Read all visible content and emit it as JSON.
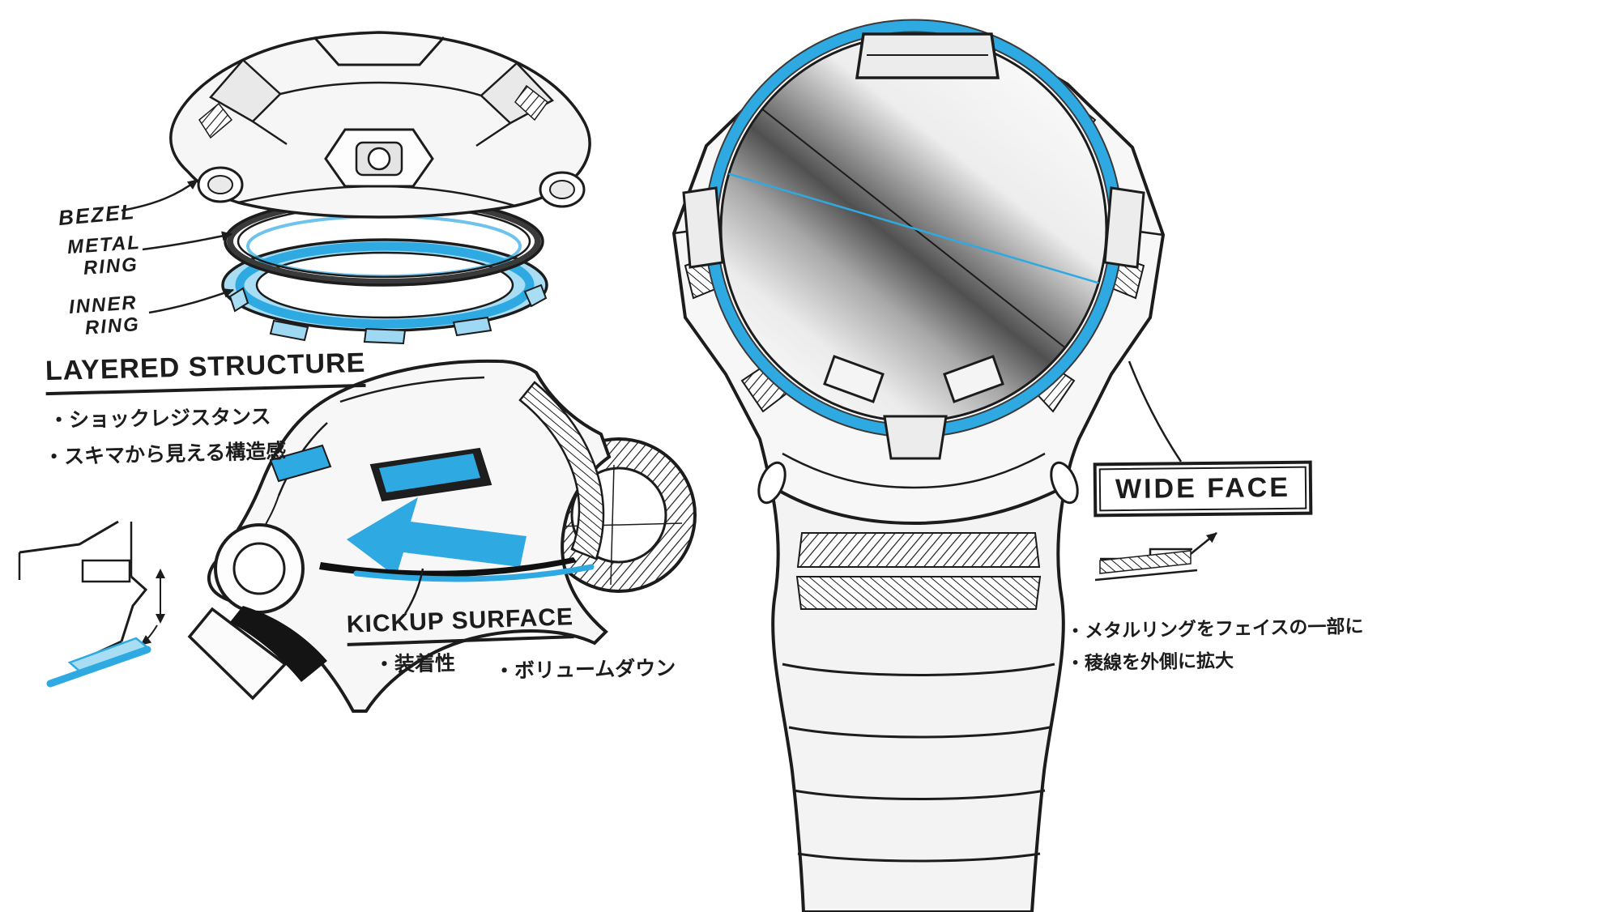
{
  "colors": {
    "ink": "#1c1c1c",
    "accent": "#2fa9e2",
    "accent-light": "#a9ddf3",
    "paper": "#ffffff"
  },
  "exploded_view": {
    "label_bezel": "BEZEL",
    "label_metal_line1": "METAL",
    "label_metal_line2": "RING",
    "label_inner_line1": "INNER",
    "label_inner_line2": "RING"
  },
  "layered_structure": {
    "heading": "LAYERED STRUCTURE",
    "bullet_1": "・ショックレジスタンス",
    "bullet_2": "・スキマから見える構造感"
  },
  "kickup_surface": {
    "heading": "KICKUP SURFACE",
    "bullet_1": "・装着性",
    "bullet_2": "・ボリュームダウン"
  },
  "wide_face": {
    "label": "WIDE FACE",
    "bullet_1": "・メタルリングをフェイスの一部に",
    "bullet_2": "・稜線を外側に拡大"
  }
}
